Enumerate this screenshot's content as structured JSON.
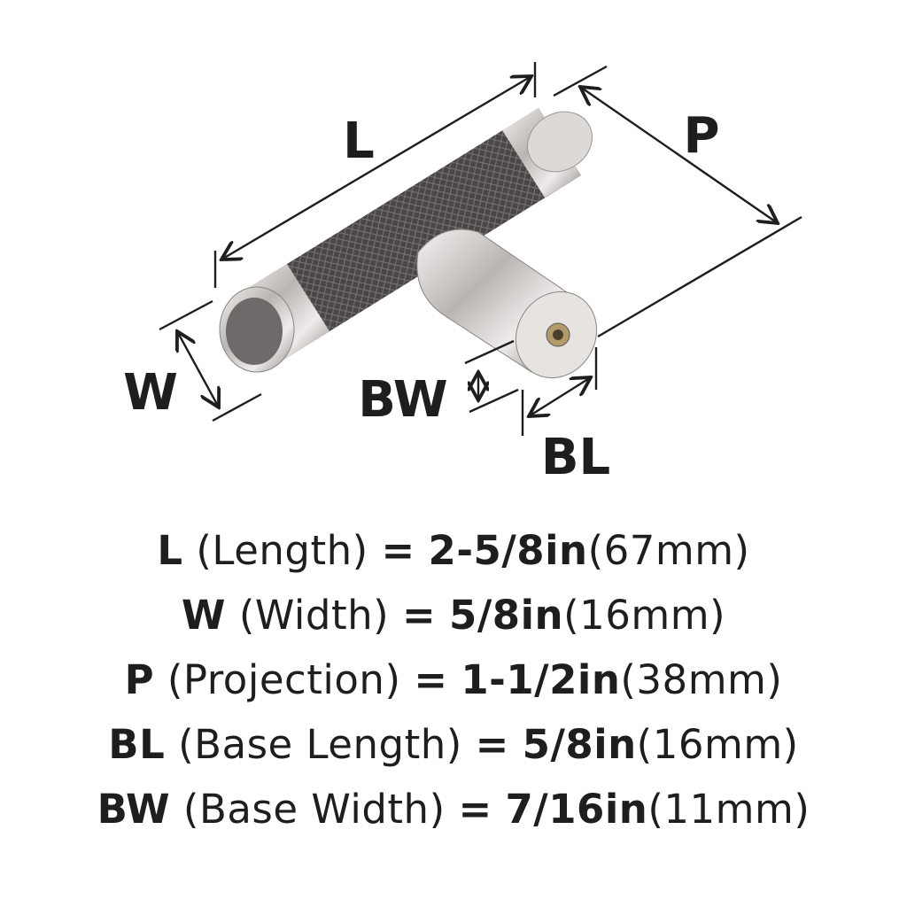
{
  "labels": {
    "L": "L",
    "P": "P",
    "W": "W",
    "BW": "BW",
    "BL": "BL"
  },
  "colors": {
    "chrome": "#c9c6c4",
    "knurl": "#4a4546",
    "ink": "#1e1e1e"
  },
  "specs": [
    {
      "code": "L",
      "name": "(Length)",
      "eq": "=",
      "imperial": "2-5/8in",
      "metric": "(67mm)"
    },
    {
      "code": "W",
      "name": "(Width)",
      "eq": "=",
      "imperial": "5/8in",
      "metric": "(16mm)"
    },
    {
      "code": "P",
      "name": "(Projection)",
      "eq": "=",
      "imperial": "1-1/2in",
      "metric": "(38mm)"
    },
    {
      "code": "BL",
      "name": "(Base Length)",
      "eq": "=",
      "imperial": "5/8in",
      "metric": "(16mm)"
    },
    {
      "code": "BW",
      "name": "(Base Width)",
      "eq": "=",
      "imperial": "7/16in",
      "metric": "(11mm)"
    }
  ]
}
